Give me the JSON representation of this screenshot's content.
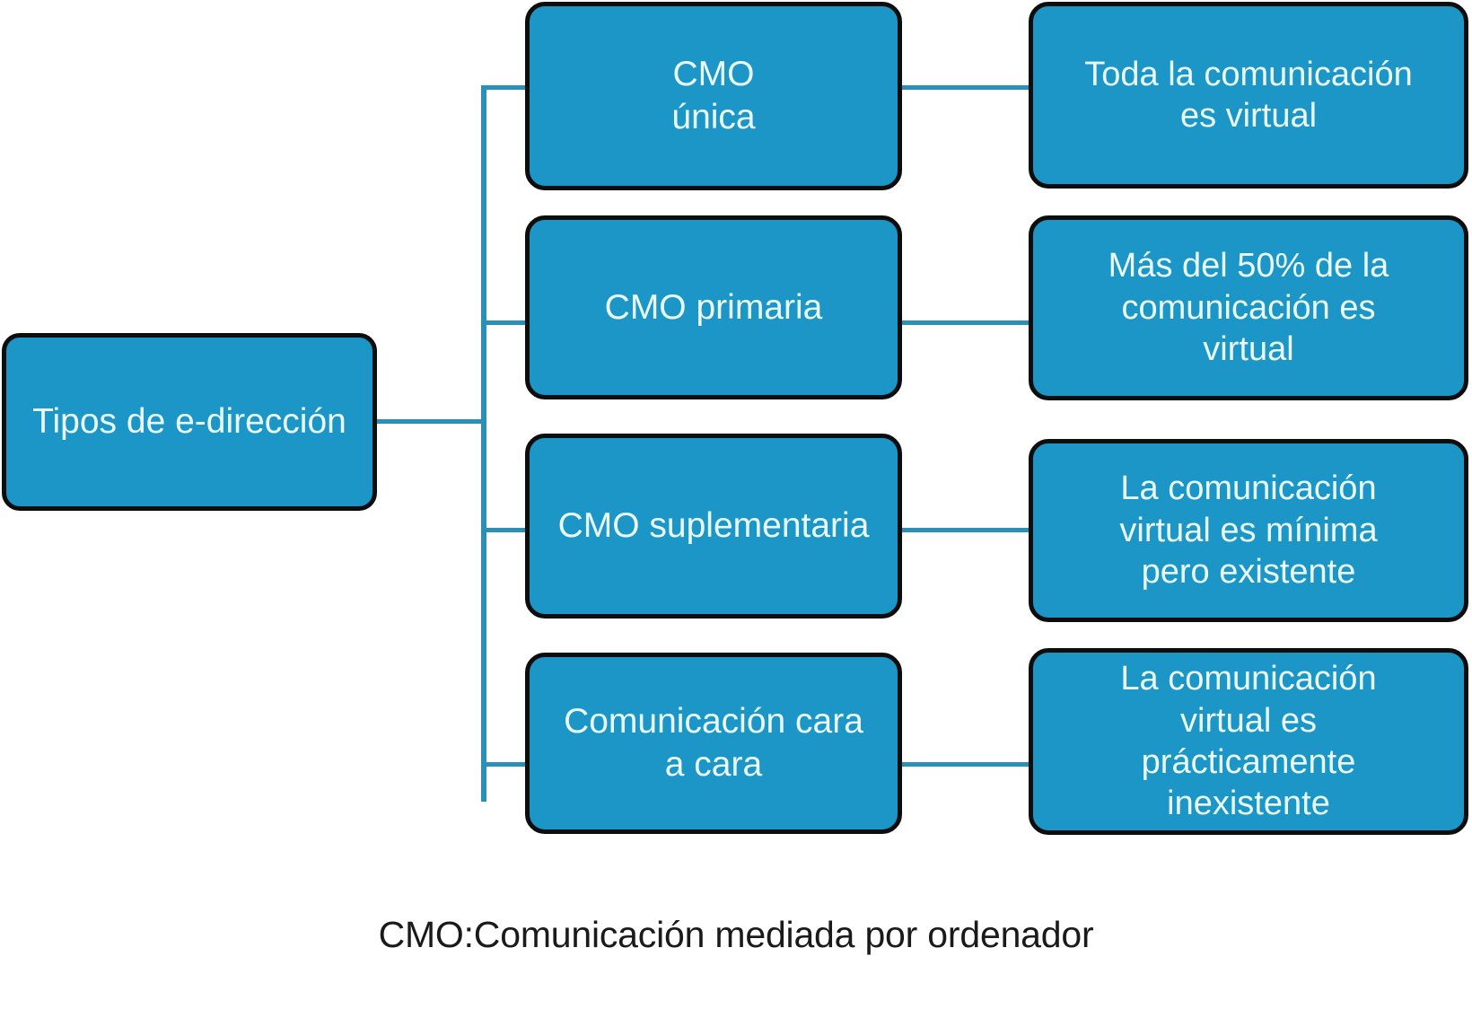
{
  "diagram": {
    "title": "Tipos de e-dirección",
    "type": "hierarchy-tree",
    "accent_color": "#1b96c6",
    "connector_color": "#2b90b8",
    "border_color": "#0d0d0d",
    "text_color": "#eafbff",
    "caption_color": "#1a1a1a",
    "background_color": "#ffffff"
  },
  "root": {
    "label": "Tipos de e-dirección"
  },
  "branches": [
    {
      "category": "CMO\núnica",
      "description": "Toda la comunicación\nes virtual"
    },
    {
      "category": "CMO primaria",
      "description": "Más del 50% de la\ncomunicación es\nvirtual"
    },
    {
      "category": "CMO suplementaria",
      "description": "La comunicación\nvirtual es mínima\npero existente"
    },
    {
      "category": "Comunicación cara\na cara",
      "description": "La comunicación\nvirtual es\nprácticamente\ninexistente"
    }
  ],
  "caption": {
    "text": "CMO:Comunicación mediada por ordenador"
  }
}
